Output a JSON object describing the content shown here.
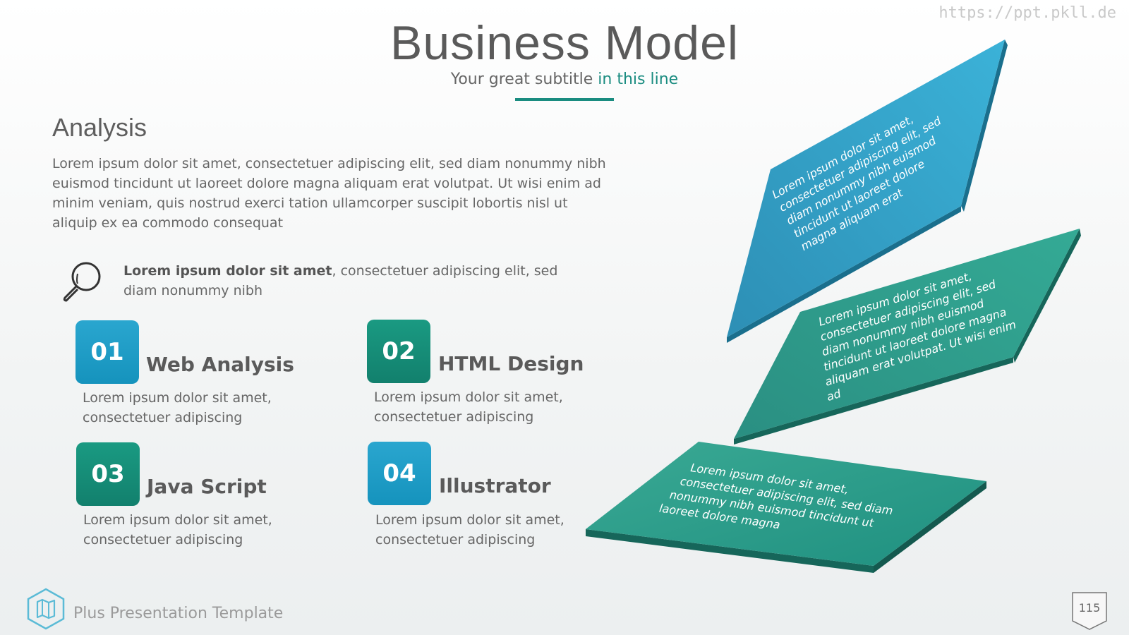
{
  "watermark": "https://ppt.pkll.de",
  "header": {
    "title": "Business Model",
    "subtitle_main": "Your great subtitle ",
    "subtitle_highlight": "in this line"
  },
  "analysis": {
    "heading": "Analysis",
    "body": "Lorem ipsum dolor sit amet, consectetuer adipiscing elit, sed diam nonummy nibh euismod tincidunt ut laoreet dolore magna aliquam erat volutpat. Ut wisi enim ad minim veniam, quis nostrud exerci tation ullamcorper suscipit lobortis nisl ut aliquip ex ea commodo consequat"
  },
  "feature": {
    "icon": "search-icon",
    "bold": "Lorem ipsum dolor sit amet",
    "rest": ", consectetuer adipiscing elit, sed diam nonummy nibh"
  },
  "items": [
    {
      "num": "01",
      "title": "Web Analysis",
      "text": "Lorem ipsum dolor sit amet, consectetuer adipiscing",
      "color": "#1e9ec8"
    },
    {
      "num": "02",
      "title": "HTML Design",
      "text": "Lorem ipsum dolor sit amet, consectetuer adipiscing",
      "color": "#168e78"
    },
    {
      "num": "03",
      "title": "Java Script",
      "text": "Lorem ipsum dolor sit amet, consectetuer adipiscing",
      "color": "#168e78"
    },
    {
      "num": "04",
      "title": "Illustrator",
      "text": "Lorem ipsum dolor sit amet, consectetuer adipiscing",
      "color": "#1e9ec8"
    }
  ],
  "panels": [
    {
      "lines": [
        "Lorem ipsum dolor sit amet,",
        "consectetuer adipiscing elit, sed",
        "diam nonummy nibh euismod",
        "tincidunt ut laoreet dolore",
        "magna aliquam erat"
      ],
      "color": "#2aa3c9"
    },
    {
      "lines": [
        "Lorem ipsum dolor sit amet,",
        "consectetuer adipiscing elit, sed",
        "diam nonummy nibh euismod",
        "tincidunt ut laoreet dolore magna",
        "aliquam erat volutpat. Ut wisi enim",
        "ad"
      ],
      "color": "#239a88"
    },
    {
      "lines": [
        "Lorem ipsum dolor sit amet,",
        "consectetuer adipiscing elit, sed diam",
        "nonummy nibh euismod tincidunt ut",
        "laoreet dolore magna"
      ],
      "color": "#1f9a86"
    }
  ],
  "footer": {
    "brand": "Plus Presentation Template",
    "logo_icon": "map-icon",
    "page": "115"
  }
}
